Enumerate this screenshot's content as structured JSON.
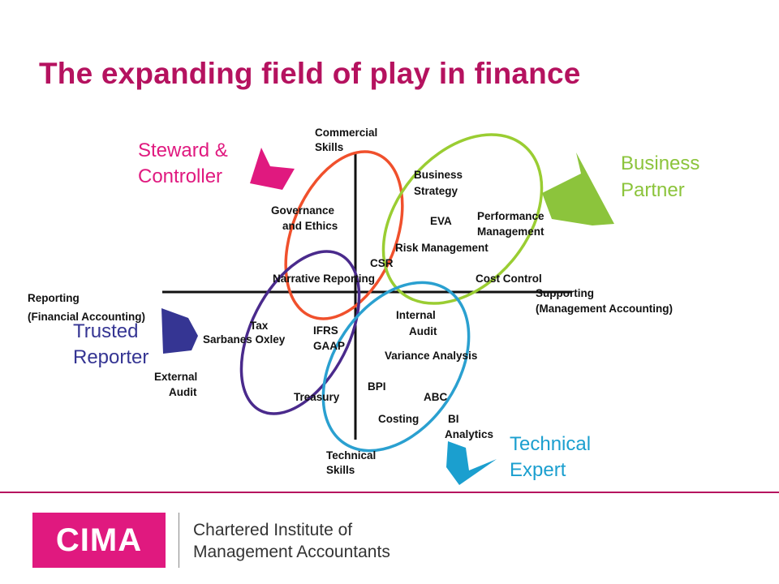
{
  "header": {
    "title": "The expanding field of play in finance"
  },
  "roles": {
    "steward": [
      "Steward &",
      "Controller"
    ],
    "business": [
      "Business",
      "Partner"
    ],
    "trusted": [
      "Trusted",
      "Reporter"
    ],
    "technical": [
      "Technical",
      "Expert"
    ]
  },
  "axes": {
    "top": [
      "Commercial",
      "Skills"
    ],
    "bottom": [
      "Technical",
      "Skills"
    ],
    "left": [
      "Reporting",
      "(Financial Accounting)"
    ],
    "right": [
      "Supporting",
      "(Management Accounting)"
    ]
  },
  "terms": {
    "governance": [
      "Governance",
      "and Ethics"
    ],
    "business_strategy": [
      "Business",
      "Strategy"
    ],
    "eva": "EVA",
    "performance": [
      "Performance",
      "Management"
    ],
    "risk": "Risk Management",
    "csr": "CSR",
    "narrative": "Narrative Reporting",
    "cost_control": "Cost Control",
    "tax": [
      "Tax",
      "Sarbanes Oxley"
    ],
    "ifrs": [
      "IFRS",
      "GAAP"
    ],
    "internal_audit": [
      "Internal",
      "Audit"
    ],
    "variance": "Variance Analysis",
    "external_audit": [
      "External",
      "Audit"
    ],
    "bpi": "BPI",
    "treasury": "Treasury",
    "abc": "ABC",
    "costing": "Costing",
    "bi": [
      "BI",
      "Analytics"
    ]
  },
  "colors": {
    "title": "#b5125f",
    "steward": "#e0197f",
    "business": "#8cc43c",
    "trusted": "#353593",
    "technical": "#1b9fcf",
    "ellipse_orange": "#f0502c",
    "ellipse_green": "#9acd32",
    "ellipse_purple": "#4a2a8c",
    "ellipse_blue": "#2aa0d0"
  },
  "footer": {
    "logo": "CIMA",
    "org_line1": "Chartered Institute of",
    "org_line2": "Management Accountants"
  }
}
